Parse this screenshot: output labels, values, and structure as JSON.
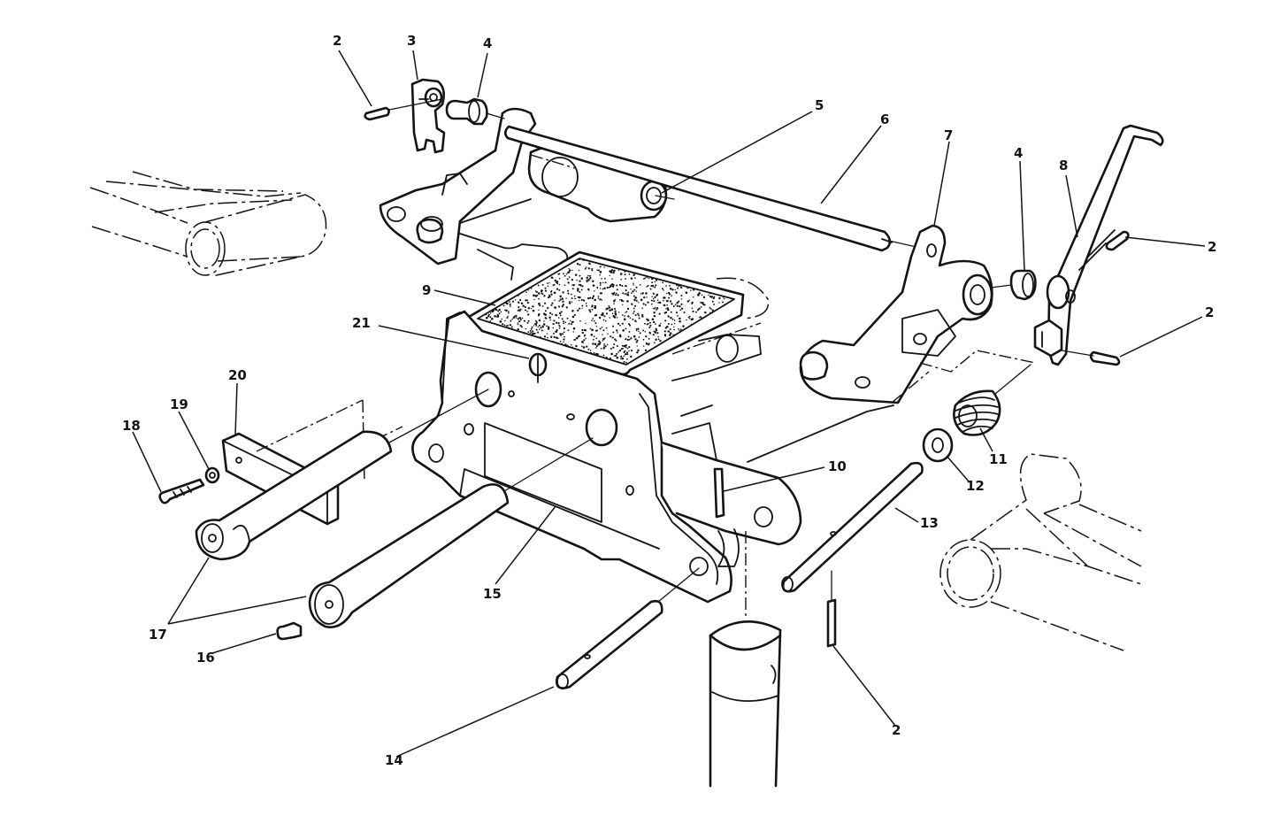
{
  "labels": [
    {
      "id": "c1",
      "text": "2"
    },
    {
      "id": "c2",
      "text": "3"
    },
    {
      "id": "c3",
      "text": "4"
    },
    {
      "id": "c4",
      "text": "5"
    },
    {
      "id": "c5",
      "text": "6"
    },
    {
      "id": "c6",
      "text": "7"
    },
    {
      "id": "c7",
      "text": "4"
    },
    {
      "id": "c8",
      "text": "8"
    },
    {
      "id": "c9",
      "text": "2"
    },
    {
      "id": "c10",
      "text": "2"
    },
    {
      "id": "c11",
      "text": "9"
    },
    {
      "id": "c12",
      "text": "21"
    },
    {
      "id": "c13",
      "text": "20"
    },
    {
      "id": "c14",
      "text": "19"
    },
    {
      "id": "c15",
      "text": "18"
    },
    {
      "id": "c16",
      "text": "10"
    },
    {
      "id": "c17",
      "text": "11"
    },
    {
      "id": "c18",
      "text": "12"
    },
    {
      "id": "c19",
      "text": "13"
    },
    {
      "id": "c20",
      "text": "15"
    },
    {
      "id": "c21",
      "text": "17"
    },
    {
      "id": "c22",
      "text": "16"
    },
    {
      "id": "c23",
      "text": "14"
    },
    {
      "id": "c24",
      "text": "2"
    }
  ]
}
